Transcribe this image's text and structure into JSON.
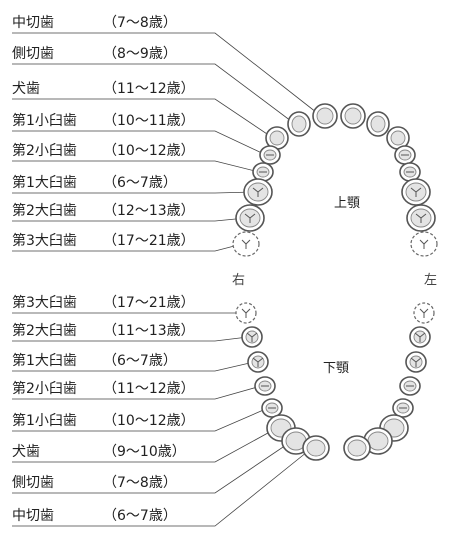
{
  "upper_jaw": {
    "label": "上顎",
    "teeth": [
      {
        "name": "中切歯",
        "age": "（7〜8歳）"
      },
      {
        "name": "側切歯",
        "age": "（8〜9歳）"
      },
      {
        "name": "犬歯",
        "age": "（11〜12歳）"
      },
      {
        "name": "第1小臼歯",
        "age": "（10〜11歳）"
      },
      {
        "name": "第2小臼歯",
        "age": "（10〜12歳）"
      },
      {
        "name": "第1大臼歯",
        "age": "（6〜7歳）"
      },
      {
        "name": "第2大臼歯",
        "age": "（12〜13歳）"
      },
      {
        "name": "第3大臼歯",
        "age": "（17〜21歳）"
      }
    ]
  },
  "lower_jaw": {
    "label": "下顎",
    "teeth": [
      {
        "name": "第3大臼歯",
        "age": "（17〜21歳）"
      },
      {
        "name": "第2大臼歯",
        "age": "（11〜13歳）"
      },
      {
        "name": "第1大臼歯",
        "age": "（6〜7歳）"
      },
      {
        "name": "第2小臼歯",
        "age": "（11〜12歳）"
      },
      {
        "name": "第1小臼歯",
        "age": "（10〜12歳）"
      },
      {
        "name": "犬歯",
        "age": "（9〜10歳）"
      },
      {
        "name": "側切歯",
        "age": "（7〜8歳）"
      },
      {
        "name": "中切歯",
        "age": "（6〜7歳）"
      }
    ]
  },
  "sides": {
    "right": "右",
    "left": "左"
  },
  "colors": {
    "outline": "#555555",
    "text": "#222222",
    "tooth_fill": "#ffffff",
    "tooth_inner": "#e4e4e4"
  }
}
